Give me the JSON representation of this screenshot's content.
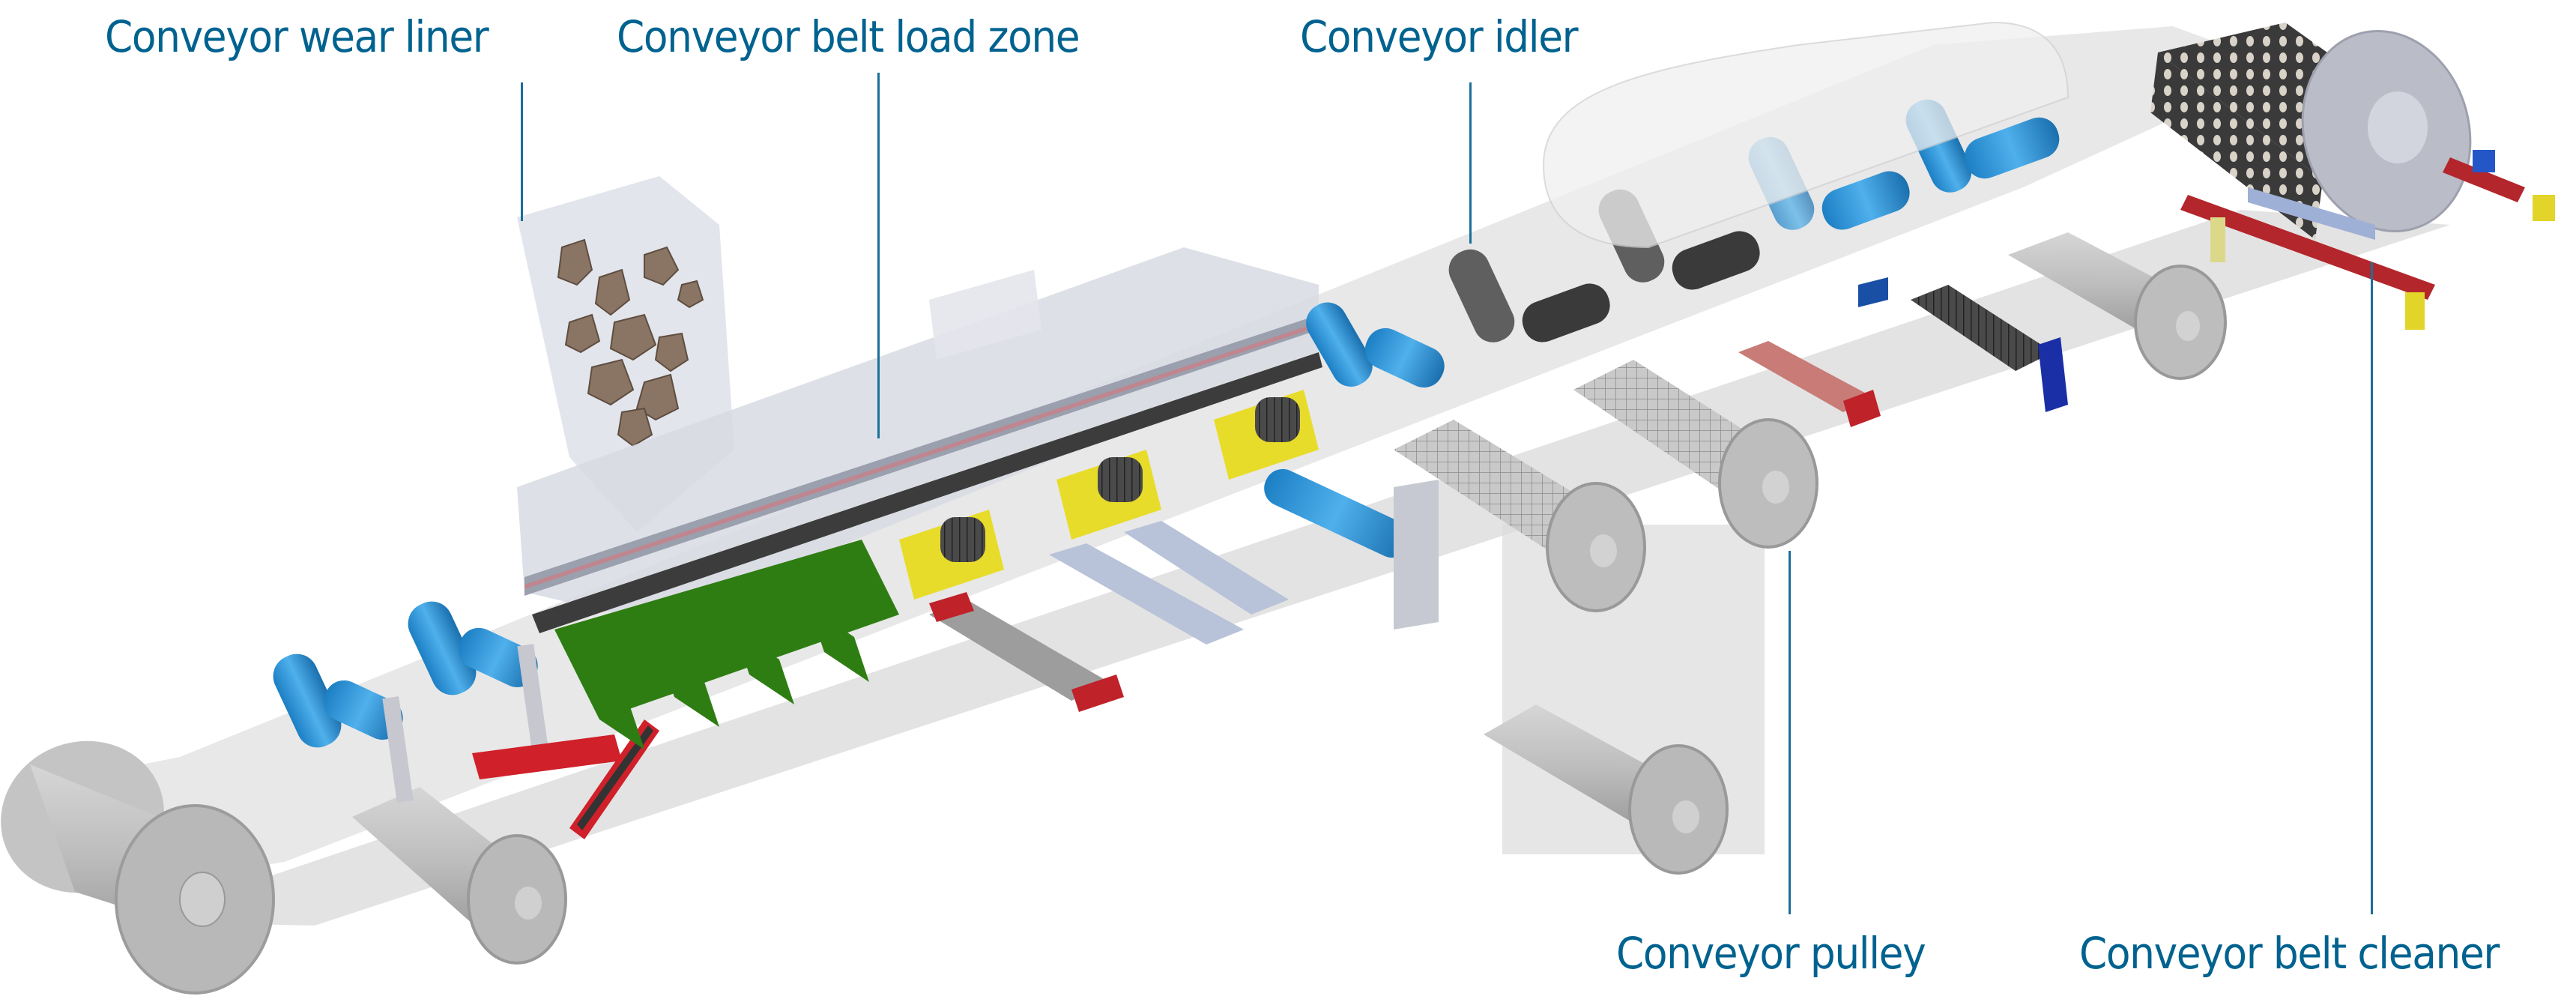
{
  "diagram": {
    "title": "Conveyor system components",
    "text_color": "#00628f",
    "labels": [
      {
        "id": "wear-liner",
        "text": "Conveyor wear liner"
      },
      {
        "id": "load-zone",
        "text": "Conveyor belt load zone"
      },
      {
        "id": "idler",
        "text": "Conveyor idler"
      },
      {
        "id": "pulley",
        "text": "Conveyor pulley"
      },
      {
        "id": "belt-cleaner",
        "text": "Conveyor belt cleaner"
      }
    ],
    "component_colors": {
      "belt": "#d9d9d9",
      "pulley": "#b8b8b8",
      "idler_roll": "#2d8fd5",
      "impact_bed": "#2e7d12",
      "support_frame": "#e8dc2a",
      "cleaner_blade": "#d0202a",
      "rock": "#8a7564",
      "chute": "#dde0e8",
      "bracket": "#1a2fa6"
    }
  }
}
